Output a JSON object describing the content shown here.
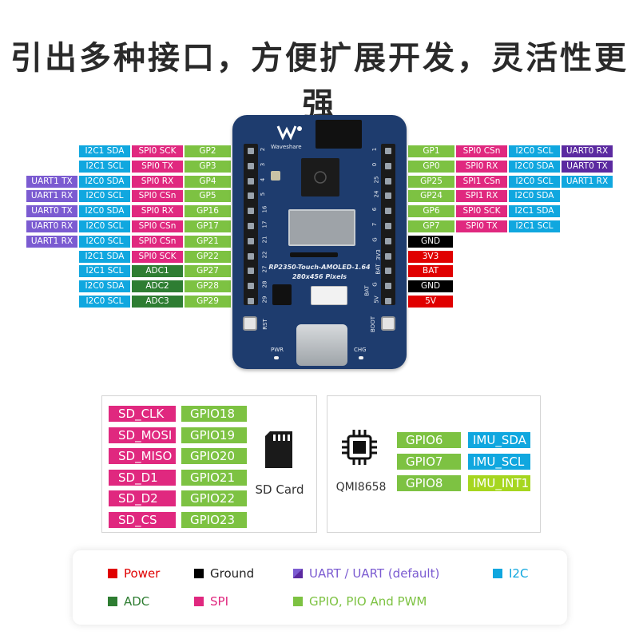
{
  "title": "引出多种接口，方便扩展开发，灵活性更强",
  "colors": {
    "gp": "#7dc242",
    "spi": "#e0287f",
    "i2c": "#10a7df",
    "uart": "#7b5bd1",
    "uart_default": "#5b2aa0",
    "adc": "#2e7d32",
    "power": "#e00000",
    "ground": "#000000",
    "imu_int": "#a6d61f"
  },
  "board": {
    "name": "RP2350-Touch-AMOLED-1.64",
    "resolution": "280x456 Pixels",
    "brand": "Waveshare",
    "left_header_numbers": [
      "2",
      "3",
      "4",
      "5",
      "16",
      "17",
      "21",
      "22",
      "27",
      "28",
      "29"
    ],
    "right_header_numbers": [
      "1",
      "0",
      "25",
      "24",
      "6",
      "7",
      "G",
      "3V3",
      "BAT",
      "G",
      "5V"
    ],
    "silk_rst": "RST",
    "silk_pwr": "PWR",
    "silk_boot": "BOOT",
    "silk_chg": "CHG",
    "silk_bat": "BAT"
  },
  "left_pins": [
    {
      "cells": [
        {
          "text": "I2C1 SDA",
          "kind": "i2c"
        },
        {
          "text": "SPI0 SCK",
          "kind": "spi"
        },
        {
          "text": "GP2",
          "kind": "gp"
        }
      ]
    },
    {
      "cells": [
        {
          "text": "I2C1 SCL",
          "kind": "i2c"
        },
        {
          "text": "SPI0 TX",
          "kind": "spi"
        },
        {
          "text": "GP3",
          "kind": "gp"
        }
      ]
    },
    {
      "cells": [
        {
          "text": "UART1 TX",
          "kind": "uart"
        },
        {
          "text": "I2C0 SDA",
          "kind": "i2c"
        },
        {
          "text": "SPI0 RX",
          "kind": "spi"
        },
        {
          "text": "GP4",
          "kind": "gp"
        }
      ]
    },
    {
      "cells": [
        {
          "text": "UART1 RX",
          "kind": "uart"
        },
        {
          "text": "I2C0 SCL",
          "kind": "i2c"
        },
        {
          "text": "SPI0 CSn",
          "kind": "spi"
        },
        {
          "text": "GP5",
          "kind": "gp"
        }
      ]
    },
    {
      "cells": [
        {
          "text": "UART0 TX",
          "kind": "uart"
        },
        {
          "text": "I2C0 SDA",
          "kind": "i2c"
        },
        {
          "text": "SPI0 RX",
          "kind": "spi"
        },
        {
          "text": "GP16",
          "kind": "gp"
        }
      ]
    },
    {
      "cells": [
        {
          "text": "UART0 RX",
          "kind": "uart"
        },
        {
          "text": "I2C0 SCL",
          "kind": "i2c"
        },
        {
          "text": "SPI0 CSn",
          "kind": "spi"
        },
        {
          "text": "GP17",
          "kind": "gp"
        }
      ]
    },
    {
      "cells": [
        {
          "text": "UART1 RX",
          "kind": "uart"
        },
        {
          "text": "I2C0 SCL",
          "kind": "i2c"
        },
        {
          "text": "SPI0 CSn",
          "kind": "spi"
        },
        {
          "text": "GP21",
          "kind": "gp"
        }
      ]
    },
    {
      "cells": [
        {
          "text": "I2C1 SDA",
          "kind": "i2c"
        },
        {
          "text": "SPI0 SCK",
          "kind": "spi"
        },
        {
          "text": "GP22",
          "kind": "gp"
        }
      ]
    },
    {
      "cells": [
        {
          "text": "I2C1 SCL",
          "kind": "i2c"
        },
        {
          "text": "ADC1",
          "kind": "adc"
        },
        {
          "text": "GP27",
          "kind": "gp"
        }
      ]
    },
    {
      "cells": [
        {
          "text": "I2C0 SDA",
          "kind": "i2c"
        },
        {
          "text": "ADC2",
          "kind": "adc"
        },
        {
          "text": "GP28",
          "kind": "gp"
        }
      ]
    },
    {
      "cells": [
        {
          "text": "I2C0 SCL",
          "kind": "i2c"
        },
        {
          "text": "ADC3",
          "kind": "adc"
        },
        {
          "text": "GP29",
          "kind": "gp"
        }
      ]
    }
  ],
  "right_pins": [
    {
      "cells": [
        {
          "text": "GP1",
          "kind": "gp"
        },
        {
          "text": "SPI0 CSn",
          "kind": "spi"
        },
        {
          "text": "I2C0 SCL",
          "kind": "i2c"
        },
        {
          "text": "UART0 RX",
          "kind": "uart_default"
        }
      ]
    },
    {
      "cells": [
        {
          "text": "GP0",
          "kind": "gp"
        },
        {
          "text": "SPI0 RX",
          "kind": "spi"
        },
        {
          "text": "I2C0 SDA",
          "kind": "i2c"
        },
        {
          "text": "UART0 TX",
          "kind": "uart_default"
        }
      ]
    },
    {
      "cells": [
        {
          "text": "GP25",
          "kind": "gp"
        },
        {
          "text": "SPI1 CSn",
          "kind": "spi"
        },
        {
          "text": "I2C0 SCL",
          "kind": "i2c"
        },
        {
          "text": "UART1 RX",
          "kind": "i2c"
        }
      ]
    },
    {
      "cells": [
        {
          "text": "GP24",
          "kind": "gp"
        },
        {
          "text": "SPI1 RX",
          "kind": "spi"
        },
        {
          "text": "I2C0 SDA",
          "kind": "i2c"
        }
      ]
    },
    {
      "cells": [
        {
          "text": "GP6",
          "kind": "gp"
        },
        {
          "text": "SPI0 SCK",
          "kind": "spi"
        },
        {
          "text": "I2C1 SDA",
          "kind": "i2c"
        }
      ]
    },
    {
      "cells": [
        {
          "text": "GP7",
          "kind": "gp"
        },
        {
          "text": "SPI0 TX",
          "kind": "spi"
        },
        {
          "text": "I2C1 SCL",
          "kind": "i2c"
        }
      ]
    },
    {
      "cells": [
        {
          "text": "GND",
          "kind": "ground"
        }
      ]
    },
    {
      "cells": [
        {
          "text": "3V3",
          "kind": "power"
        }
      ]
    },
    {
      "cells": [
        {
          "text": "BAT",
          "kind": "power"
        }
      ]
    },
    {
      "cells": [
        {
          "text": "GND",
          "kind": "ground"
        }
      ]
    },
    {
      "cells": [
        {
          "text": "5V",
          "kind": "power"
        }
      ]
    }
  ],
  "sd": {
    "signals": [
      "SD_CLK",
      "SD_MOSI",
      "SD_MISO",
      "SD_D1",
      "SD_D2",
      "SD_CS"
    ],
    "gpios": [
      "GPIO18",
      "GPIO19",
      "GPIO20",
      "GPIO21",
      "GPIO22",
      "GPIO23"
    ],
    "caption": "SD Card",
    "icon": "sd-card-icon"
  },
  "imu": {
    "gpios": [
      "GPIO6",
      "GPIO7",
      "GPIO8"
    ],
    "signals": [
      "IMU_SDA",
      "IMU_SCL",
      "IMU_INT1"
    ],
    "caption": "QMI8658",
    "icon": "chip-icon"
  },
  "legend": {
    "power": "Power",
    "ground": "Ground",
    "uart": "UART / UART (default)",
    "i2c": "I2C",
    "adc": "ADC",
    "spi": "SPI",
    "gpio": "GPIO, PIO And PWM"
  }
}
